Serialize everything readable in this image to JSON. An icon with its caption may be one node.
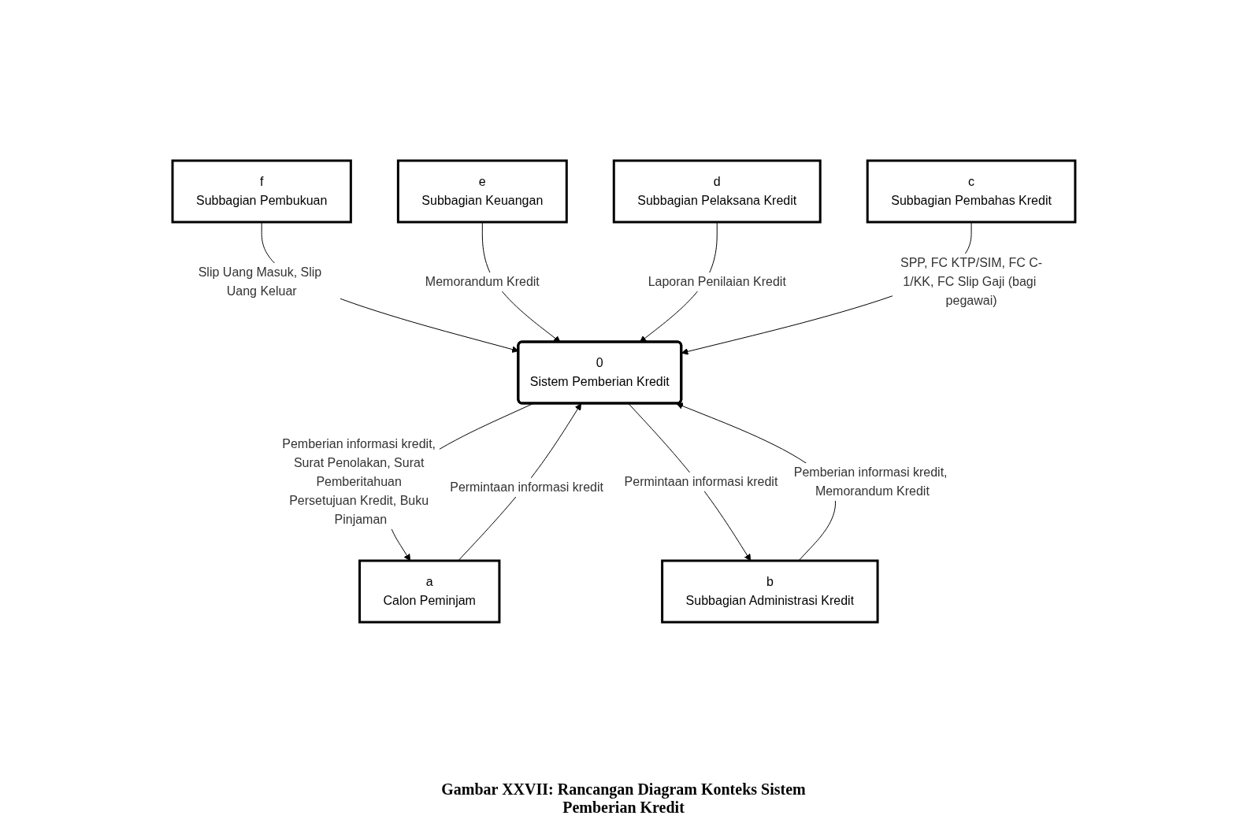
{
  "diagram": {
    "caption": "Gambar XXVII: Rancangan Diagram Konteks Sistem Pemberian Kredit",
    "nodes": [
      {
        "text": [
          "f",
          "Subbagian Pembukuan"
        ]
      },
      {
        "text": [
          "e",
          "Subbagian Keuangan"
        ]
      },
      {
        "text": [
          "a",
          "Calon Peminjam"
        ]
      },
      {
        "text": [
          "0",
          "Sistem Pemberian Kredit"
        ]
      },
      {
        "text": [
          "d",
          "Subbagian Pelaksana Kredit"
        ]
      },
      {
        "text": [
          "b",
          "Subbagian Administrasi Kredit"
        ]
      },
      {
        "text": [
          "c",
          "Subbagian Pembahas Kredit"
        ]
      }
    ],
    "edges": [
      {
        "from": 0,
        "to": 3,
        "arrow": "to",
        "label": "Slip Uang Masuk, Slip Uang Keluar"
      },
      {
        "from": 1,
        "to": 3,
        "arrow": "to",
        "label": "Memorandum Kredit"
      },
      {
        "from": 2,
        "to": 3,
        "arrow": "to",
        "label": "Permintaan informasi kredit"
      },
      {
        "from": 3,
        "to": 2,
        "arrow": "to",
        "label": "Pemberian informasi kredit, Surat Penolakan, Surat Pemberitahuan Persetujuan Kredit, Buku Pinjaman"
      },
      {
        "from": 4,
        "to": 3,
        "arrow": "to",
        "label": "Laporan Penilaian Kredit"
      },
      {
        "from": 3,
        "to": 5,
        "arrow": "to",
        "label": "Permintaan informasi kredit"
      },
      {
        "from": 5,
        "to": 3,
        "arrow": "to",
        "label": "Pemberian informasi kredit, Memorandum Kredit"
      },
      {
        "from": 6,
        "to": 3,
        "arrow": "to",
        "label": "SPP, FC KTP/SIM, FC C-1/KK, FC Slip Gaji (bagi pegawai)"
      }
    ]
  }
}
